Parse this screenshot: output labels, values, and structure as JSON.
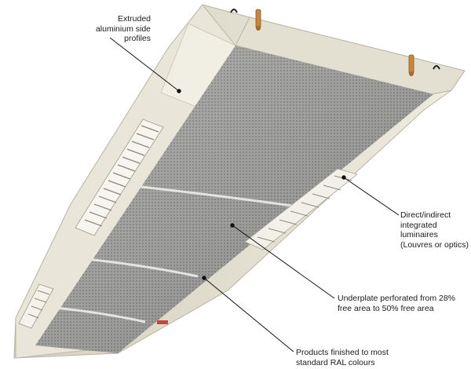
{
  "callouts": {
    "side_profiles": "Extruded\naluminium side\nprofiles",
    "luminaires": "Direct/indirect\nintegrated\nluminaires\n(Louvres or optics)",
    "underplate": "Underplate perforated  from 28%\nfree area to 50% free area",
    "finish": "Products finished to most\nstandard RAL colours"
  },
  "colors": {
    "frame": "#e8e4d6",
    "frame_shadow": "#cfcab8",
    "panel": "#9a9a98",
    "panel_dark": "#7c7c7a",
    "seam": "#e2e2de",
    "leader": "#111111",
    "brass": "#c8873a"
  }
}
